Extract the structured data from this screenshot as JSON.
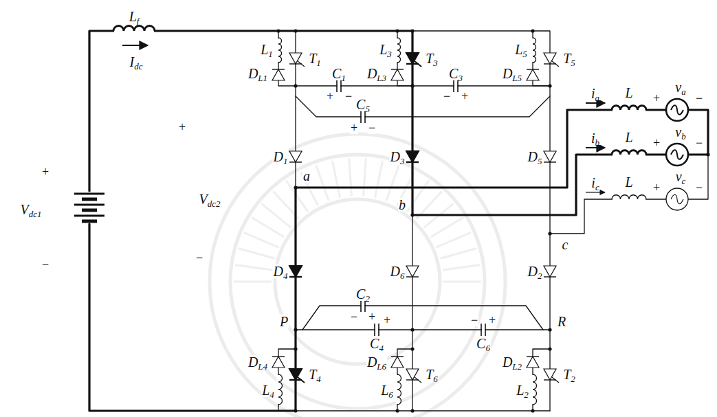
{
  "diagram": {
    "labels": [
      "Lf",
      "Idc",
      "+",
      "Vdc1",
      "−",
      "+",
      "Vdc2",
      "−",
      "L1",
      "T1",
      "DL1",
      "C1",
      "+",
      "−",
      "L3",
      "T3",
      "DL3",
      "C3",
      "−",
      "+",
      "L5",
      "T5",
      "DL5",
      "C5",
      "+",
      "−",
      "D1",
      "D3",
      "D5",
      "a",
      "b",
      "c",
      "ia",
      "L",
      "+",
      "va",
      "−",
      "ib",
      "L",
      "+",
      "vb",
      "−",
      "ic",
      "L",
      "+",
      "vc",
      "−",
      "D4",
      "D6",
      "D2",
      "C2",
      "−",
      "+",
      "P",
      "C4",
      "+",
      "C6",
      "−",
      "+",
      "R",
      "L4",
      "T4",
      "DL4",
      "L6",
      "T6",
      "DL6",
      "L2",
      "T2",
      "DL2"
    ]
  }
}
